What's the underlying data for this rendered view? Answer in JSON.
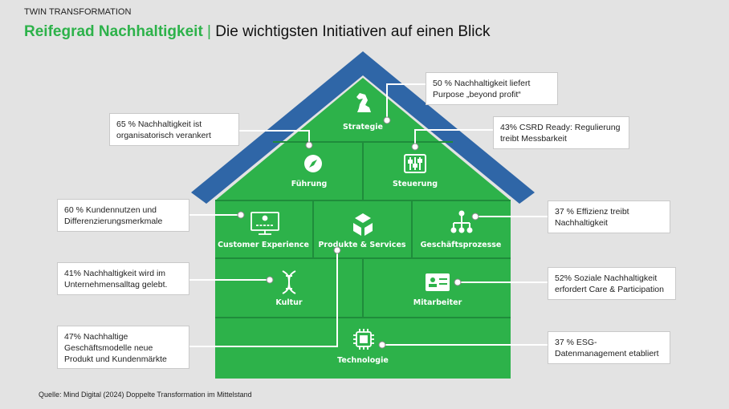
{
  "header": {
    "kicker": "TWIN TRANSFORMATION",
    "title_highlight": "Reifegrad Nachhaltigkeit",
    "title_sep": " | ",
    "title_rest": "Die wichtigsten Initiativen auf einen Blick"
  },
  "source": "Quelle: Mind Digital (2024) Doppelte Transformation im Mittelstand",
  "colors": {
    "green": "#2db24a",
    "roof": "#2f66a7",
    "background": "#e3e3e3"
  },
  "house": {
    "strategie": "Strategie",
    "fuehrung": "Führung",
    "steuerung": "Steuerung",
    "customer_experience": "Customer Experience",
    "produkte_services": "Produkte & Services",
    "geschaeftsprozesse": "Geschäftsprozesse",
    "kultur": "Kultur",
    "mitarbeiter": "Mitarbeiter",
    "technologie": "Technologie"
  },
  "callouts": {
    "strategie": "50 %  Nachhaltigkeit liefert Purpose „beyond profit“",
    "fuehrung": "65 %  Nachhaltigkeit ist organisatorisch verankert",
    "steuerung": "43% CSRD Ready: Regulierung treibt Messbarkeit",
    "customer_experience": "60 %  Kundennutzen und Differenzierungsmerkmale",
    "geschaeftsprozesse": "37 %  Effizienz treibt Nachhaltigkeit",
    "kultur": "41% Nachhaltigkeit wird im Unternehmensalltag gelebt.",
    "mitarbeiter": "52% Soziale Nachhaltigkeit erfordert Care & Participation",
    "produkte_services": "47% Nachhaltige Geschäftsmodelle neue Produkt und Kundenmärkte",
    "technologie": "37 %  ESG-Datenmanagement etabliert"
  }
}
